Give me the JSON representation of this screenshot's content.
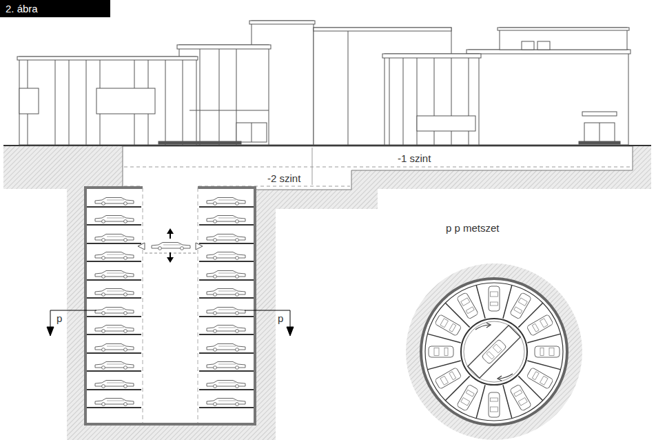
{
  "diagram": {
    "title": "2. ábra",
    "labels": [
      "-1 szint",
      "-2 szint",
      "p",
      "p",
      "p p metszet"
    ]
  }
}
